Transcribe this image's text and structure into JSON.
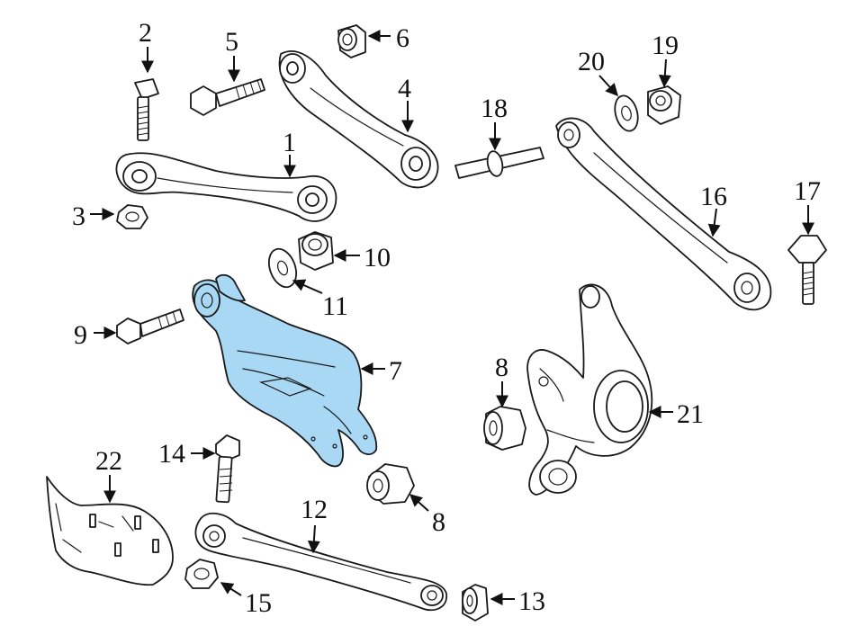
{
  "colors": {
    "highlight": "#a9d8f5",
    "line": "#1a1a1a",
    "background": "#ffffff"
  },
  "callouts": {
    "c1": "1",
    "c2": "2",
    "c3": "3",
    "c4": "4",
    "c5": "5",
    "c6": "6",
    "c7": "7",
    "c8a": "8",
    "c8b": "8",
    "c9": "9",
    "c10": "10",
    "c11": "11",
    "c12": "12",
    "c13": "13",
    "c14": "14",
    "c15": "15",
    "c16": "16",
    "c17": "17",
    "c18": "18",
    "c19": "19",
    "c20": "20",
    "c21": "21",
    "c22": "22"
  },
  "highlighted_part": "7"
}
